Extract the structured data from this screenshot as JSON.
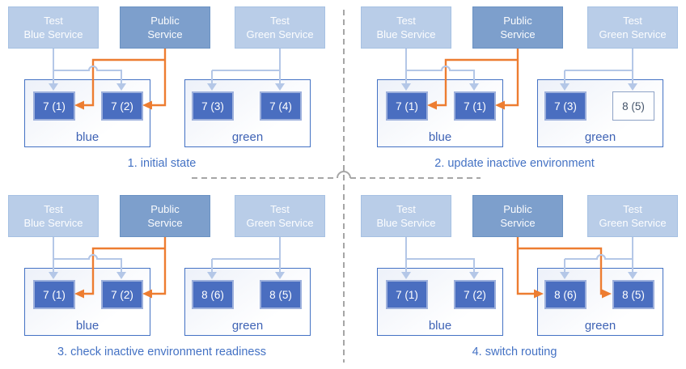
{
  "colors": {
    "accent_blue": "#4472c4",
    "service_light_fill": "#b9cde8",
    "service_public_fill": "#7d9fcc",
    "pod_fill": "#4a6ec0",
    "pod_outlined_text": "#44546a",
    "arrow_light": "#b4c7e7",
    "arrow_orange": "#ed7d31",
    "divider_gray": "#a6a6a6"
  },
  "panels": [
    {
      "caption": "1. initial state",
      "public_routes_to": "blue",
      "services": [
        {
          "line1": "Test",
          "line2": "Blue Service"
        },
        {
          "line1": "Public",
          "line2": "Service"
        },
        {
          "line1": "Test",
          "line2": "Green Service"
        }
      ],
      "blue_env": {
        "label": "blue",
        "pods": [
          {
            "label": "7 (1)",
            "style": "filled"
          },
          {
            "label": "7 (2)",
            "style": "filled"
          }
        ]
      },
      "green_env": {
        "label": "green",
        "pods": [
          {
            "label": "7 (3)",
            "style": "filled"
          },
          {
            "label": "7 (4)",
            "style": "filled"
          }
        ]
      }
    },
    {
      "caption": "2. update inactive environment",
      "public_routes_to": "blue",
      "services": [
        {
          "line1": "Test",
          "line2": "Blue Service"
        },
        {
          "line1": "Public",
          "line2": "Service"
        },
        {
          "line1": "Test",
          "line2": "Green Service"
        }
      ],
      "blue_env": {
        "label": "blue",
        "pods": [
          {
            "label": "7 (1)",
            "style": "filled"
          },
          {
            "label": "7 (1)",
            "style": "filled"
          }
        ]
      },
      "green_env": {
        "label": "green",
        "pods": [
          {
            "label": "7 (3)",
            "style": "filled"
          },
          {
            "label": "8 (5)",
            "style": "outlined"
          }
        ]
      }
    },
    {
      "caption": "3. check inactive environment readiness",
      "public_routes_to": "blue",
      "services": [
        {
          "line1": "Test",
          "line2": "Blue Service"
        },
        {
          "line1": "Public",
          "line2": "Service"
        },
        {
          "line1": "Test",
          "line2": "Green Service"
        }
      ],
      "blue_env": {
        "label": "blue",
        "pods": [
          {
            "label": "7 (1)",
            "style": "filled"
          },
          {
            "label": "7 (2)",
            "style": "filled"
          }
        ]
      },
      "green_env": {
        "label": "green",
        "pods": [
          {
            "label": "8 (6)",
            "style": "filled"
          },
          {
            "label": "8 (5)",
            "style": "filled"
          }
        ]
      }
    },
    {
      "caption": "4. switch routing",
      "public_routes_to": "green",
      "services": [
        {
          "line1": "Test",
          "line2": "Blue Service"
        },
        {
          "line1": "Public",
          "line2": "Service"
        },
        {
          "line1": "Test",
          "line2": "Green Service"
        }
      ],
      "blue_env": {
        "label": "blue",
        "pods": [
          {
            "label": "7 (1)",
            "style": "filled"
          },
          {
            "label": "7 (2)",
            "style": "filled"
          }
        ]
      },
      "green_env": {
        "label": "green",
        "pods": [
          {
            "label": "8 (6)",
            "style": "filled"
          },
          {
            "label": "8 (5)",
            "style": "filled"
          }
        ]
      }
    }
  ]
}
